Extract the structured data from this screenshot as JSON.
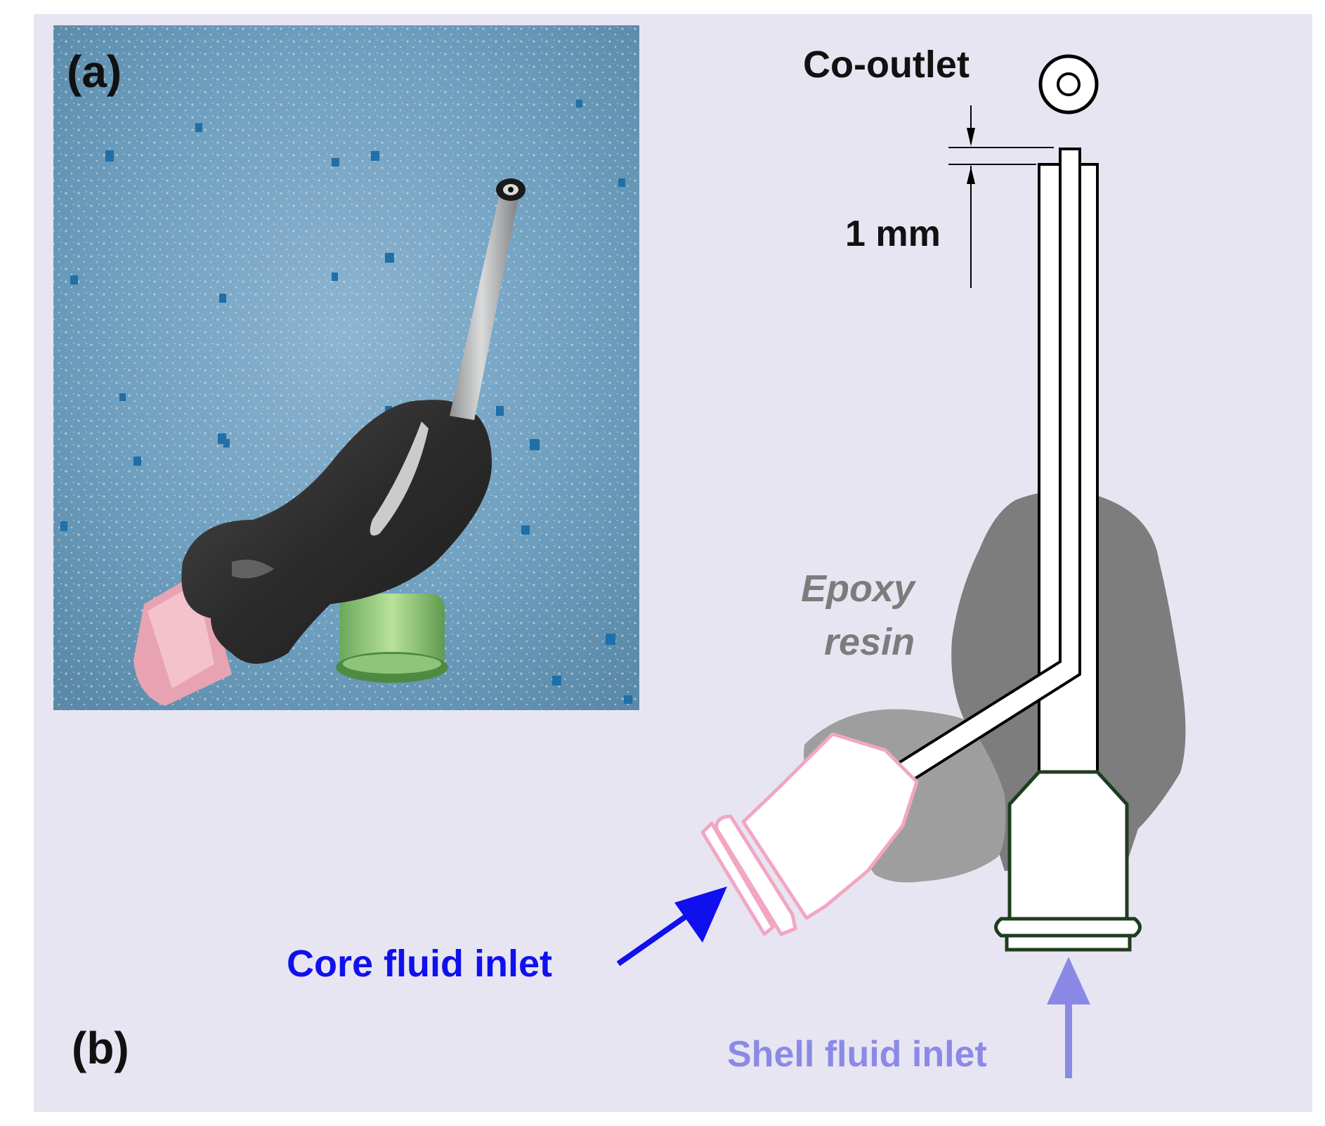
{
  "figure": {
    "panel_a_label": "(a)",
    "panel_b_label": "(b)"
  },
  "photo": {
    "caption": ""
  },
  "diagram": {
    "co_outlet_label": "Co-outlet",
    "dimension_label": "1 mm",
    "epoxy_line1": "Epoxy",
    "epoxy_line2": "resin",
    "core_inlet_label": "Core fluid inlet",
    "shell_inlet_label": "Shell fluid inlet"
  },
  "colors": {
    "background": "#e8e5f3",
    "epoxy_dark": "#7d7d7d",
    "epoxy_light": "#9e9e9e",
    "core_arrow": "#1010ee",
    "shell_arrow": "#8a8ae6",
    "core_hub_outline": "#f2a6c4",
    "shell_hub_outline": "#1f3d1f",
    "photo_foam": "#6f9fbf"
  }
}
